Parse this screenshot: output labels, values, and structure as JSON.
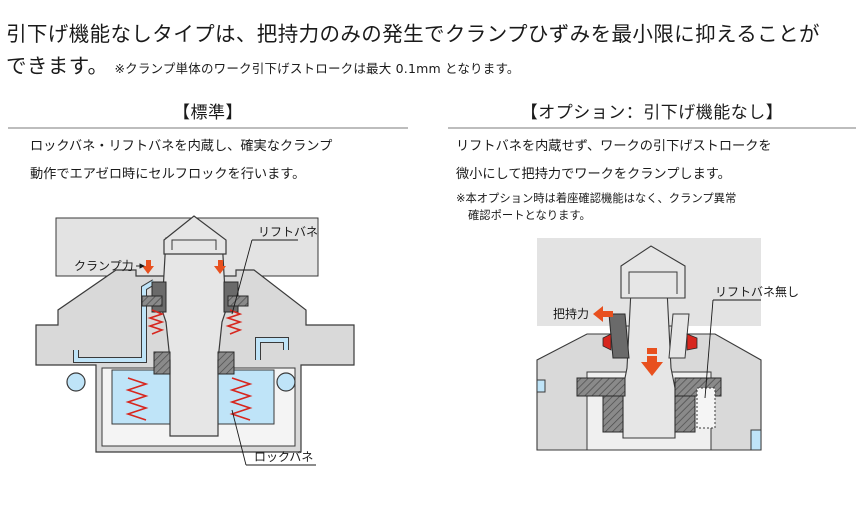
{
  "header": {
    "line1": "引下げ機能なしタイプは、把持力のみの発生でクランプひずみを最小限に抑えることが",
    "line2": "できます。",
    "note": "※クランプ単体のワーク引下げストロークは最大 0.1mm となります。"
  },
  "standard": {
    "title": "【標準】",
    "desc1": "ロックバネ・リフトバネを内蔵し、確実なクランプ",
    "desc2": "動作でエアゼロ時にセルフロックを行います。",
    "label_clamp_force": "クランプ力",
    "label_lift_spring": "リフトバネ",
    "label_lock_spring": "ロックバネ"
  },
  "option": {
    "title": "【オプション：引下げ機能なし】",
    "desc1": "リフトバネを内蔵せず、ワークの引下げストロークを",
    "desc2": "微小にして把持力でワークをクランプします。",
    "note1": "※本オプション時は着座確認機能はなく、クランプ異常",
    "note2": "確認ポートとなります。",
    "label_grip_force": "把持力",
    "label_no_lift_spring": "リフトバネ無し"
  },
  "colors": {
    "metal": "#d9d9d9",
    "work": "#e3e3e3",
    "air": "#bfe4f8",
    "spring": "#d7261e",
    "arrow": "#e8501e",
    "outline": "#3a3a3a"
  }
}
